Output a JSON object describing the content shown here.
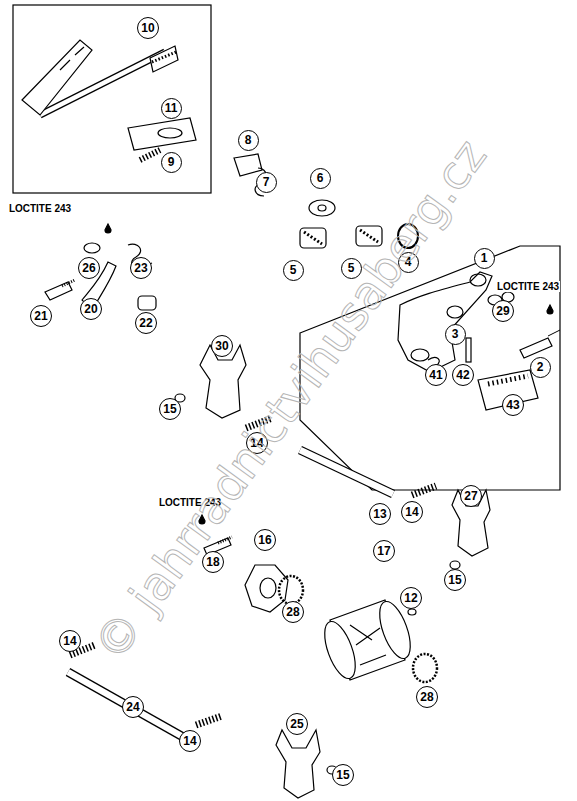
{
  "diagram": {
    "nodes": [
      {
        "text": [
          "10"
        ]
      },
      {
        "text": [
          "11"
        ]
      },
      {
        "text": [
          "8"
        ]
      },
      {
        "text": [
          "9"
        ]
      },
      {
        "text": [
          "6"
        ]
      },
      {
        "text": [
          "7"
        ]
      },
      {
        "text": [
          "1"
        ]
      },
      {
        "text": [
          "4"
        ]
      },
      {
        "text": [
          "26"
        ]
      },
      {
        "text": [
          "23"
        ]
      },
      {
        "text": [
          "5"
        ]
      },
      {
        "text": [
          "5"
        ]
      },
      {
        "text": [
          "29"
        ]
      },
      {
        "text": [
          "20"
        ]
      },
      {
        "text": [
          "21"
        ]
      },
      {
        "text": [
          "22"
        ]
      },
      {
        "text": [
          "3"
        ]
      },
      {
        "text": [
          "30"
        ]
      },
      {
        "text": [
          "2"
        ]
      },
      {
        "text": [
          "41"
        ]
      },
      {
        "text": [
          "42"
        ]
      },
      {
        "text": [
          "43"
        ]
      },
      {
        "text": [
          "15"
        ]
      },
      {
        "text": [
          "14"
        ]
      },
      {
        "text": [
          "27"
        ]
      },
      {
        "text": [
          "13"
        ]
      },
      {
        "text": [
          "14"
        ]
      },
      {
        "text": [
          "15"
        ]
      },
      {
        "text": [
          "18"
        ]
      },
      {
        "text": [
          "16"
        ]
      },
      {
        "text": [
          "17"
        ]
      },
      {
        "text": [
          "12"
        ]
      },
      {
        "text": [
          "28"
        ]
      },
      {
        "text": [
          "14"
        ]
      },
      {
        "text": [
          "24"
        ]
      },
      {
        "text": [
          "28"
        ]
      },
      {
        "text": [
          "25"
        ]
      },
      {
        "text": [
          "14"
        ]
      },
      {
        "text": [
          "15"
        ]
      }
    ],
    "labels": [
      "LOCTITE 243",
      "LOCTITE 243",
      "LOCTITE 243",
      "© jahrradnictvihusaberg.cz"
    ]
  }
}
